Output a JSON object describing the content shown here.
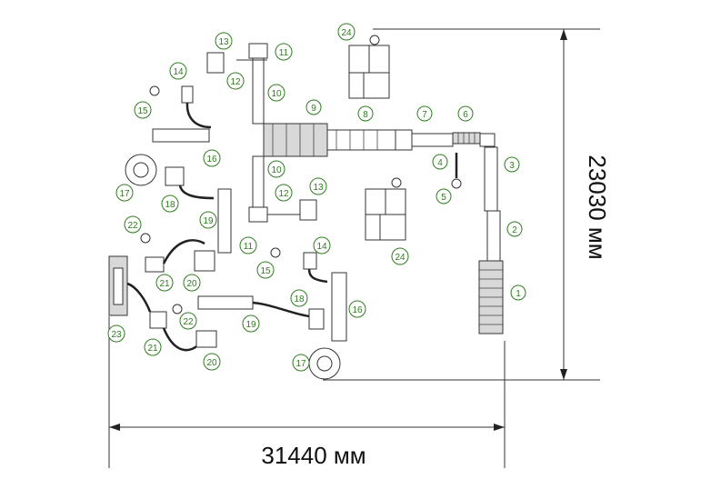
{
  "dimensions": {
    "height_label": "23030 мм",
    "width_label": "31440 мм"
  },
  "tags": [
    {
      "id": "t1",
      "label": "1"
    },
    {
      "id": "t2",
      "label": "2"
    },
    {
      "id": "t3",
      "label": "3"
    },
    {
      "id": "t4",
      "label": "4"
    },
    {
      "id": "t5",
      "label": "5"
    },
    {
      "id": "t6",
      "label": "6"
    },
    {
      "id": "t7",
      "label": "7"
    },
    {
      "id": "t8",
      "label": "8"
    },
    {
      "id": "t9",
      "label": "9"
    },
    {
      "id": "t10a",
      "label": "10"
    },
    {
      "id": "t10b",
      "label": "10"
    },
    {
      "id": "t11a",
      "label": "11"
    },
    {
      "id": "t11b",
      "label": "11"
    },
    {
      "id": "t12a",
      "label": "12"
    },
    {
      "id": "t12b",
      "label": "12"
    },
    {
      "id": "t13a",
      "label": "13"
    },
    {
      "id": "t13b",
      "label": "13"
    },
    {
      "id": "t14a",
      "label": "14"
    },
    {
      "id": "t14b",
      "label": "14"
    },
    {
      "id": "t15a",
      "label": "15"
    },
    {
      "id": "t15b",
      "label": "15"
    },
    {
      "id": "t16a",
      "label": "16"
    },
    {
      "id": "t16b",
      "label": "16"
    },
    {
      "id": "t17a",
      "label": "17"
    },
    {
      "id": "t17b",
      "label": "17"
    },
    {
      "id": "t18a",
      "label": "18"
    },
    {
      "id": "t18b",
      "label": "18"
    },
    {
      "id": "t19a",
      "label": "19"
    },
    {
      "id": "t19b",
      "label": "19"
    },
    {
      "id": "t20a",
      "label": "20"
    },
    {
      "id": "t20b",
      "label": "20"
    },
    {
      "id": "t21a",
      "label": "21"
    },
    {
      "id": "t21b",
      "label": "21"
    },
    {
      "id": "t22a",
      "label": "22"
    },
    {
      "id": "t22b",
      "label": "22"
    },
    {
      "id": "t23",
      "label": "23"
    },
    {
      "id": "t24a",
      "label": "24"
    },
    {
      "id": "t24b",
      "label": "24"
    }
  ]
}
